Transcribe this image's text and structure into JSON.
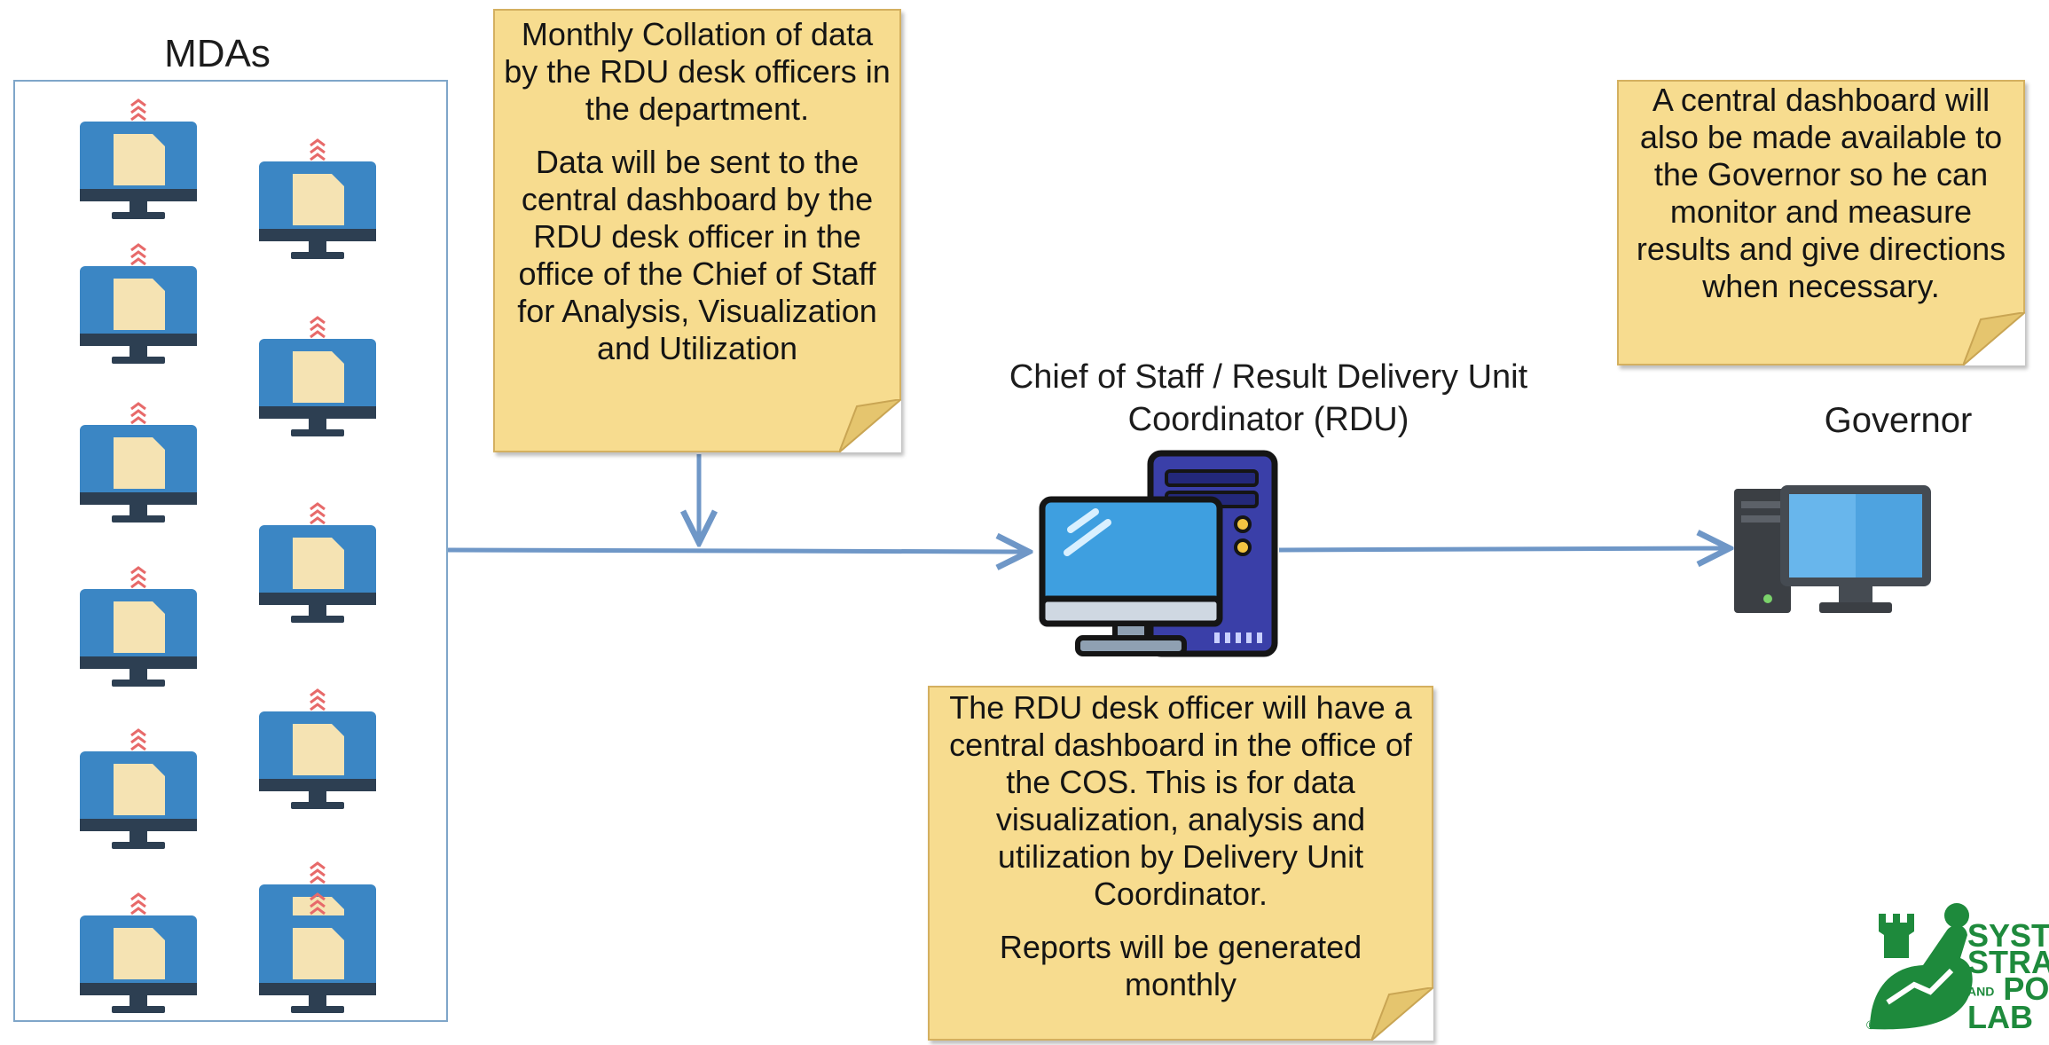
{
  "colors": {
    "note_fill": "#f7dc8f",
    "arrow": "#6f97c7",
    "monitor": "#3b86c4",
    "logo_green": "#1e8a3c"
  },
  "mdas": {
    "title": "MDAs",
    "monitor_count": 13
  },
  "note_collation": {
    "p1": "Monthly Collation of data by the RDU desk officers in the department.",
    "p2": "Data will be sent to the central dashboard by the RDU desk officer in the office of the Chief of Staff for Analysis, Visualization and Utilization"
  },
  "cos": {
    "label_line1": "Chief of Staff / Result Delivery Unit",
    "label_line2": "Coordinator (RDU)"
  },
  "note_rdu": {
    "p1": "The RDU desk officer will have a central dashboard in the office of the COS. This is for data visualization, analysis and utilization by Delivery Unit Coordinator.",
    "p2": "Reports will be generated monthly"
  },
  "governor": {
    "label": "Governor"
  },
  "note_governor": {
    "p1": "A central dashboard will also be made available to the Governor so he can monitor and measure results and give directions when necessary."
  },
  "logo": {
    "line1": "SYSTEM",
    "line2": "STRAT",
    "line3_small": "AND",
    "line3": "POL",
    "line4": "LAB",
    "registered": "®"
  }
}
